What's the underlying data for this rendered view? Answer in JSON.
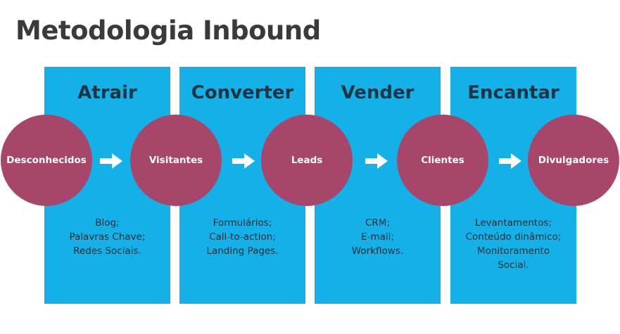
{
  "title": "Metodologia Inbound",
  "stages": [
    {
      "title": "Atrair",
      "lines": [
        "Blog;",
        "Palavras Chave;",
        "Redes Sociais."
      ]
    },
    {
      "title": "Converter",
      "lines": [
        "Formulários;",
        "Call-to-action;",
        "Landing Pages."
      ]
    },
    {
      "title": "Vender",
      "lines": [
        "CRM;",
        "E-mail;",
        "Workflows."
      ]
    },
    {
      "title": "Encantar",
      "lines": [
        "Levantamentos;",
        "Conteúdo dinâmico;",
        "Monitoramento",
        "Social."
      ]
    }
  ],
  "nodes": [
    "Desconhecidos",
    "Visitantes",
    "Leads",
    "Clientes",
    "Divulgadores"
  ],
  "colors": {
    "stage_background": "#14b0e8",
    "node_fill": "#a8456a",
    "arrow": "#ffffff",
    "title_text": "#3a3a3a"
  },
  "icons": [
    "arrow-right-icon"
  ]
}
